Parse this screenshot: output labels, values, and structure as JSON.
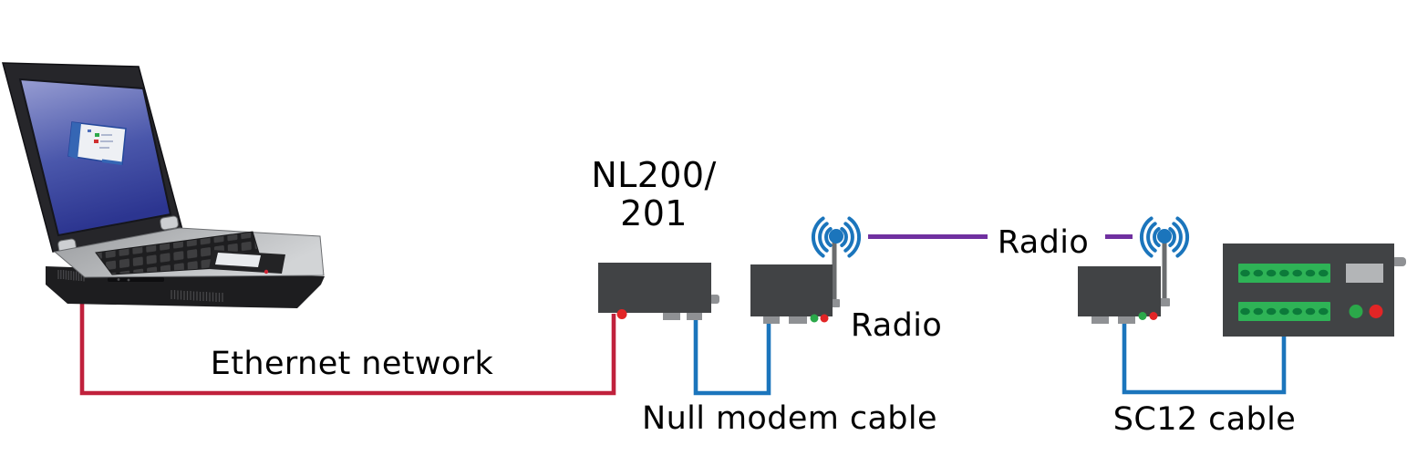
{
  "labels": {
    "nl_device": {
      "line1": "NL200/",
      "line2": "201"
    },
    "radio_link": "Radio",
    "radio_device": "Radio",
    "ethernet_cable": "Ethernet network",
    "null_modem_cable": "Null modem cable",
    "sc12_cable": "SC12 cable"
  },
  "colors": {
    "background": "#ffffff",
    "label_text": "#000000",
    "ethernet_cable_red": "#c0213c",
    "serial_cable_blue": "#1b75bc",
    "radio_link_purple": "#7030a0",
    "device_body_gray": "#414345",
    "connector_gray": "#8f9194",
    "antenna_blue": "#1b75bc",
    "led_green": "#2ba84a",
    "led_red": "#e22526",
    "terminal_block_green": "#2eb356",
    "terminal_hole_green": "#0c7a3a",
    "laptop_screen_blue": "#4a57ab"
  },
  "icons": {
    "laptop": "laptop-computer-icon",
    "nl_device": "nl200-network-interface-icon",
    "radio_left": "radio-with-antenna-icon",
    "radio_right": "radio-with-antenna-icon",
    "wireless_signal": "wifi-signal-arcs-icon",
    "datalogger": "datalogger-terminal-panel-icon"
  }
}
